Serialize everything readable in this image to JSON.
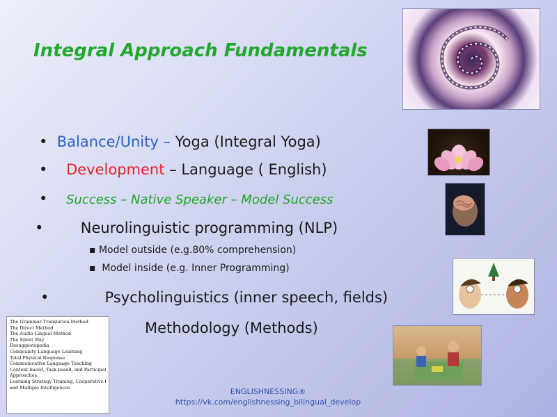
{
  "title": "Integral Approach Fundamentals",
  "bullets": {
    "b1": {
      "prefix": "Balance/Unity – ",
      "rest": "Yoga (Integral Yoga)"
    },
    "b2": {
      "prefix": "Development",
      "rest": " – Language ( English)"
    },
    "b3": {
      "text": "Success – Native Speaker – Model Success"
    },
    "b4": {
      "text": "Neurolinguistic programming (NLP)"
    },
    "sub1": "Model outside (e.g.80% comprehension)",
    "sub2": "Model inside (e.g. Inner Programming)",
    "b5": {
      "text": "Psycholinguistics (inner speech, fields)"
    },
    "b6": {
      "text": "Methodology (Methods)"
    }
  },
  "methods_list": [
    "The Grammar-Translation Method",
    "The Direct Method",
    "The Audio-Lingual Method",
    "The Silent Way",
    "Desuggestopedia",
    "Community Language Learning",
    "Total Physical Response",
    "Communicative Language Teaching",
    "Content-based, Task-based, and Participatory",
    "Approaches",
    "Learning Strategy Training, Cooperative Learning,",
    "and Multiple Intelligences"
  ],
  "footer": {
    "brand": "ENGLISHNESSING®",
    "url": "https://vk.com/englishnessing_bilingual_develop"
  },
  "colors": {
    "title": "#23a82f",
    "balance": "#2f62c9",
    "development": "#e0222a",
    "success": "#1ea62a"
  }
}
